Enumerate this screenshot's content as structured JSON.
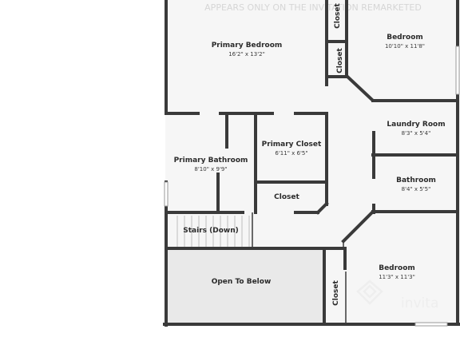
{
  "header_watermark": "APPEARS ONLY ON THE INVITATION REMARKETED",
  "rooms": {
    "primary_bedroom": {
      "name": "Primary Bedroom",
      "dims": "16'2\" x 13'2\""
    },
    "closet_top": {
      "name": "Closet"
    },
    "bedroom_top": {
      "name": "Bedroom",
      "dims": "10'10\" x 11'8\""
    },
    "closet_mid": {
      "name": "Closet"
    },
    "laundry_room": {
      "name": "Laundry Room",
      "dims": "8'3\" x 5'4\""
    },
    "primary_closet": {
      "name": "Primary Closet",
      "dims": "6'11\" x 6'5\""
    },
    "primary_bathroom": {
      "name": "Primary Bathroom",
      "dims": "8'10\" x 9'9\""
    },
    "closet_small": {
      "name": "Closet"
    },
    "bathroom": {
      "name": "Bathroom",
      "dims": "8'4\" x 5'5\""
    },
    "stairs": {
      "name": "Stairs (Down)"
    },
    "open_to_below": {
      "name": "Open To Below"
    },
    "closet_bottom": {
      "name": "Closet"
    },
    "bedroom_bottom": {
      "name": "Bedroom",
      "dims": "11'3\" x 11'3\""
    }
  },
  "logo": {
    "text": "invita",
    "icon": "diamond-logo-icon"
  },
  "colors": {
    "wall": "#3a3a3a",
    "floor": "#f6f6f6",
    "open_area": "#e9e9e9",
    "background": "#ffffff"
  }
}
